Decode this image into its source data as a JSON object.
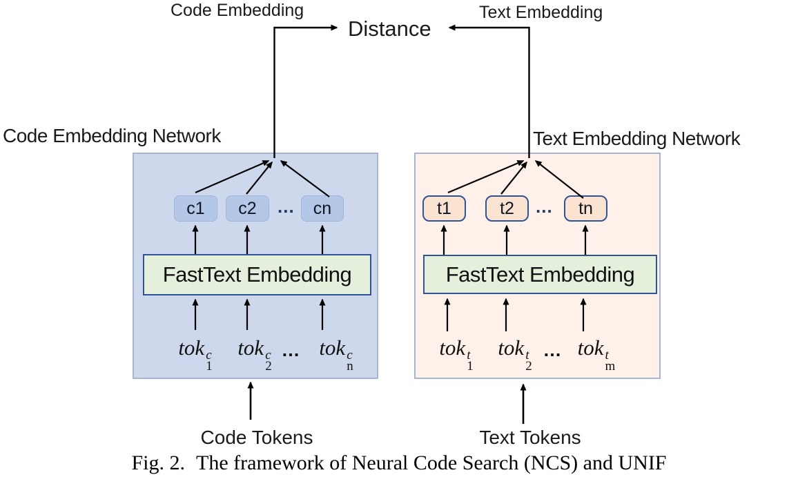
{
  "diagram": {
    "top": {
      "code_embedding_arrow_label": "Code Embedding",
      "text_embedding_arrow_label": "Text Embedding",
      "distance_label": "Distance"
    },
    "code_network": {
      "title": "Code Embedding Network",
      "units": [
        "c1",
        "c2",
        "cn"
      ],
      "units_ellipsis": "...",
      "fasttext_label": "FastText Embedding",
      "tokens": [
        {
          "base": "tok",
          "sub": "1",
          "sup": "c"
        },
        {
          "base": "tok",
          "sub": "2",
          "sup": "c"
        },
        {
          "base": "tok",
          "sub": "n",
          "sup": "c"
        }
      ],
      "tokens_ellipsis": "…",
      "input_label": "Code Tokens",
      "colors": {
        "panel_fill": "#cdd8ec",
        "panel_border": "#a6b4d2",
        "unit_fill": "#b5c7e7",
        "unit_border": "#9fb4d9"
      }
    },
    "text_network": {
      "title": "Text Embedding Network",
      "units": [
        "t1",
        "t2",
        "tn"
      ],
      "units_ellipsis": "...",
      "fasttext_label": "FastText Embedding",
      "tokens": [
        {
          "base": "tok",
          "sub": "1",
          "sup": "t"
        },
        {
          "base": "tok",
          "sub": "2",
          "sup": "t"
        },
        {
          "base": "tok",
          "sub": "m",
          "sup": "t"
        }
      ],
      "tokens_ellipsis": "…",
      "input_label": "Text Tokens",
      "colors": {
        "panel_fill": "#fdf1e9",
        "panel_border": "#a6b4d2",
        "unit_fill": "#fbe3d1",
        "unit_border": "#2f5496"
      }
    },
    "shared_colors": {
      "fasttext_fill": "#e4efdc",
      "fasttext_border": "#2e5496",
      "arrow": "#000000"
    },
    "caption": {
      "fig_label": "Fig. 2.",
      "text": "The framework of Neural Code Search (NCS) and UNIF"
    }
  }
}
